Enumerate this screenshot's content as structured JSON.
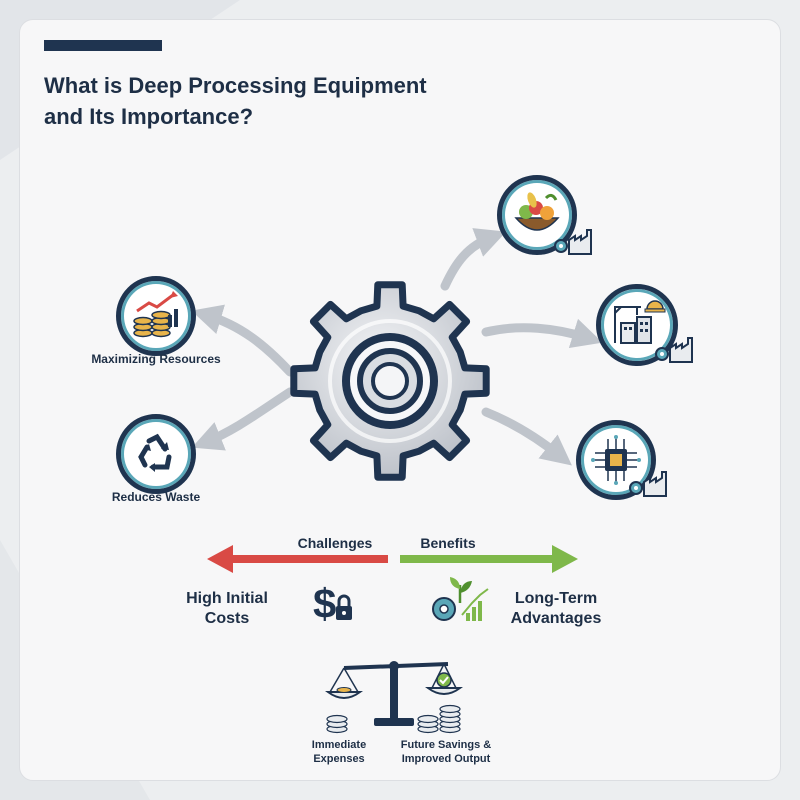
{
  "title": {
    "line1": "What is Deep Processing Equipment",
    "line2": "and Its Importance?"
  },
  "left_items": [
    {
      "label": "Maximizing Resources",
      "icon": "coins-growth-chart-icon"
    },
    {
      "label": "Reduces Waste",
      "icon": "recycle-icon"
    }
  ],
  "right_items": [
    {
      "icon": "food-bowl-icon",
      "badge": "gear-factory-icon"
    },
    {
      "icon": "construction-buildings-icon",
      "badge": "gear-factory-icon"
    },
    {
      "icon": "microchip-icon",
      "badge": "gear-factory-icon"
    }
  ],
  "center_icon": "gear-icon",
  "tradeoff": {
    "challenges_label": "Challenges",
    "benefits_label": "Benefits",
    "left_text_line1": "High Initial",
    "left_text_line2": "Costs",
    "right_text_line1": "Long-Term",
    "right_text_line2": "Advantages",
    "challenge_color": "#d94a45",
    "benefit_color": "#7fb84a"
  },
  "balance": {
    "left_line1": "Immediate",
    "left_line2": "Expenses",
    "right_line1": "Future Savings &",
    "right_line2": "Improved Output"
  },
  "colors": {
    "navy": "#1f3450",
    "teal": "#5aa7b8",
    "background": "#f7f7f8",
    "arrow_gray": "#bfc4cb"
  }
}
